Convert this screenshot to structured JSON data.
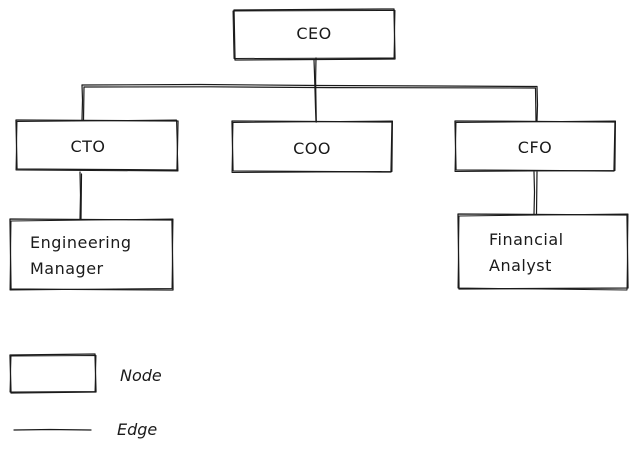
{
  "diagram": {
    "nodes": {
      "ceo": {
        "label": "CEO"
      },
      "cto": {
        "label": "CTO"
      },
      "coo": {
        "label": "COO"
      },
      "cfo": {
        "label": "CFO"
      },
      "engineering_manager": {
        "line1": "Engineering",
        "line2": "Manager"
      },
      "financial_analyst": {
        "line1": "Financial",
        "line2": "Analyst"
      }
    },
    "edges": [
      {
        "from": "CEO",
        "to": "CTO"
      },
      {
        "from": "CEO",
        "to": "COO"
      },
      {
        "from": "CEO",
        "to": "CFO"
      },
      {
        "from": "CTO",
        "to": "Engineering Manager"
      },
      {
        "from": "CFO",
        "to": "Financial Analyst"
      }
    ]
  },
  "legend": {
    "node_label": "Node",
    "edge_label": "Edge"
  }
}
